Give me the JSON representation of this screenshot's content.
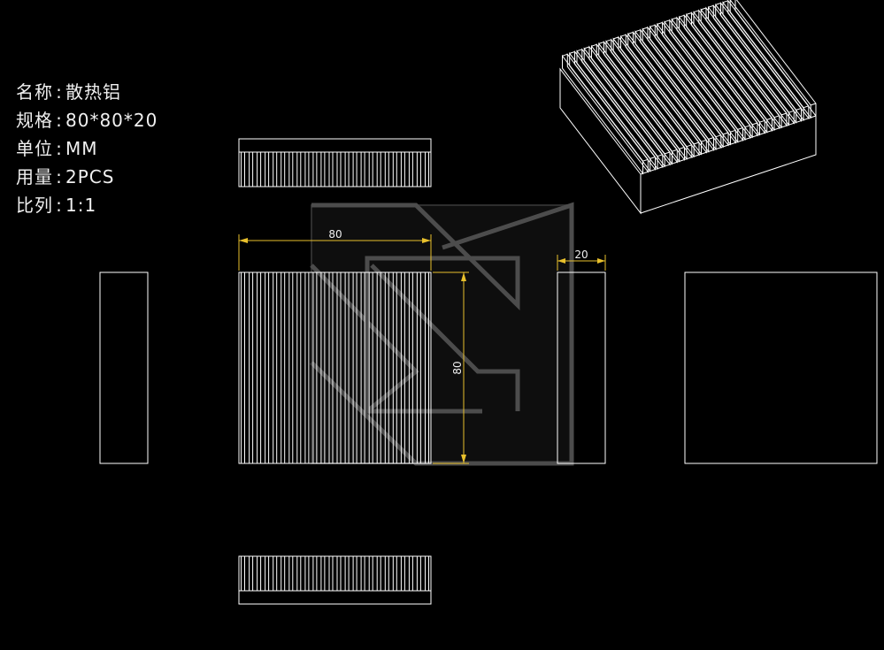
{
  "spec": {
    "name": {
      "label": "名称",
      "value": "散热铝"
    },
    "size": {
      "label": "规格",
      "value": "80*80*20"
    },
    "unit": {
      "label": "单位",
      "value": "MM"
    },
    "qty": {
      "label": "用量",
      "value": "2PCS"
    },
    "scale": {
      "label": "比列",
      "value": "1:1"
    },
    "separator": ":"
  },
  "dimensions": {
    "width": "80",
    "height": "80",
    "thickness": "20"
  },
  "colors": {
    "background": "#000000",
    "line": "#ffffff",
    "dimension": "#e8c02c",
    "watermark": "#8a8a8a"
  }
}
